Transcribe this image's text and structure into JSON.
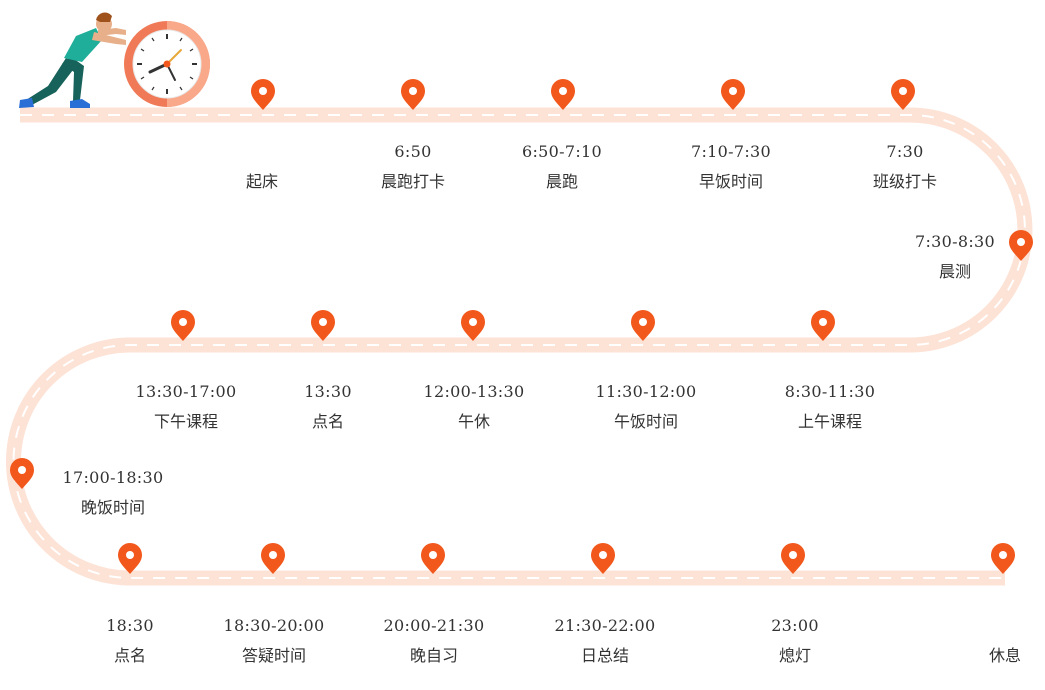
{
  "colors": {
    "road": "#fde2d6",
    "dash": "#ffffff",
    "pin": "#f2581c",
    "text": "#333333",
    "clock_ring": "#f07a57",
    "clock_ring_light": "#f9a98a",
    "shirt": "#1fae9a",
    "pants": "#17625a"
  },
  "illustration": {
    "figure_icon": "person-pushing-clock-icon",
    "clock_icon": "clock-icon"
  },
  "rows": [
    [
      {
        "time": "",
        "label": "起床"
      },
      {
        "time": "6:50",
        "label": "晨跑打卡"
      },
      {
        "time": "6:50-7:10",
        "label": "晨跑"
      },
      {
        "time": "7:10-7:30",
        "label": "早饭时间"
      },
      {
        "time": "7:30",
        "label": "班级打卡"
      }
    ],
    [
      {
        "time": "7:30-8:30",
        "label": "晨测"
      }
    ],
    [
      {
        "time": "8:30-11:30",
        "label": "上午课程"
      },
      {
        "time": "11:30-12:00",
        "label": "午饭时间"
      },
      {
        "time": "12:00-13:30",
        "label": "午休"
      },
      {
        "time": "13:30",
        "label": "点名"
      },
      {
        "time": "13:30-17:00",
        "label": "下午课程"
      }
    ],
    [
      {
        "time": "17:00-18:30",
        "label": "晚饭时间"
      }
    ],
    [
      {
        "time": "18:30",
        "label": "点名"
      },
      {
        "time": "18:30-20:00",
        "label": "答疑时间"
      },
      {
        "time": "20:00-21:30",
        "label": "晚自习"
      },
      {
        "time": "21:30-22:00",
        "label": "日总结"
      },
      {
        "time": "23:00",
        "label": "熄灯"
      },
      {
        "time": "",
        "label": "休息"
      }
    ]
  ]
}
